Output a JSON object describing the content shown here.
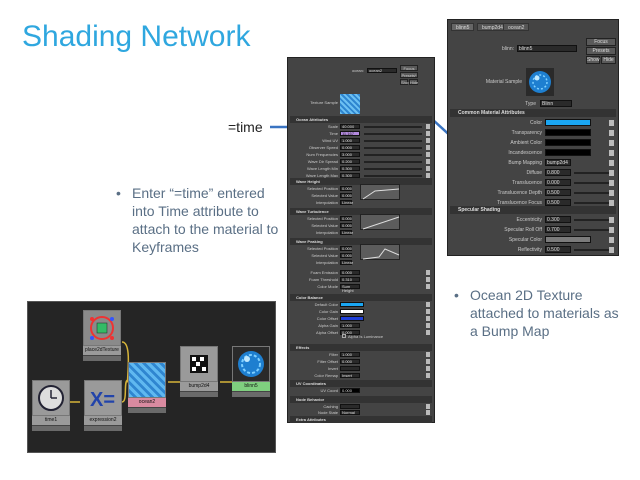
{
  "slide": {
    "title": "Shading Network",
    "time_expression": "=time",
    "bullet_left": "Enter “=time” entered into Time attribute to attach to the material to Keyframes",
    "bullet_right": "Ocean 2D Texture attached to materials as a Bump Map"
  },
  "node_editor": {
    "nodes": [
      {
        "label": "place2dTexture",
        "icon": "place2dtexture-icon"
      },
      {
        "label": "ocean2",
        "icon": "ocean-texture-icon"
      },
      {
        "label": "bump2d4",
        "icon": "bump2d-icon"
      },
      {
        "label": "blinn5",
        "icon": "shader-sphere-icon"
      },
      {
        "label": "time1",
        "icon": "clock-icon"
      },
      {
        "label": "expression2",
        "icon": "expression-icon"
      }
    ]
  },
  "ocean_editor": {
    "name_label": "ocean:",
    "name_value": "ocean2",
    "focus_label": "Focus",
    "presets_label": "Presets*",
    "show_label": "Show",
    "hide_label": "Hide",
    "texture_sample_label": "Texture Sample",
    "sections": {
      "ocean_attributes": "Ocean Attributes",
      "wave_height": "Wave Height",
      "wave_turbulence": "Wave Turbulence",
      "wave_peaking": "Wave Peaking",
      "color_balance": "Color Balance",
      "effects": "Effects",
      "uv_coordinates": "UV Coordinates",
      "node_behavior": "Node Behavior",
      "extra_attributes": "Extra Attributes"
    },
    "ocean_rows": [
      {
        "label": "Scale",
        "value": "40.000"
      },
      {
        "label": "Time",
        "value": "11.167"
      },
      {
        "label": "Wind UV",
        "value": "1.000"
      },
      {
        "label": "Observer Speed",
        "value": "0.000"
      },
      {
        "label": "Num Frequencies",
        "value": "3.000"
      },
      {
        "label": "Wave Dir Spread",
        "value": "0.200"
      },
      {
        "label": "Wave Length Min",
        "value": "0.300"
      },
      {
        "label": "Wave Length Max",
        "value": "0.300"
      }
    ],
    "curve_rows": {
      "selected_position": "Selected Position",
      "selected_value": "Selected Value",
      "interpolation": "Interpolation",
      "interpolation_value": "Linear",
      "position_value": "0.000",
      "value_value": "0.000"
    },
    "peaking_rows": [
      {
        "label": "Foam Emission",
        "value": "0.000"
      },
      {
        "label": "Foam Threshold",
        "value": "0.310"
      },
      {
        "label": "Color Mode",
        "value": "Sum Height"
      }
    ],
    "color_balance_rows": [
      {
        "label": "Default Color"
      },
      {
        "label": "Color Gain"
      },
      {
        "label": "Color Offset"
      },
      {
        "label": "Alpha Gain",
        "value": "1.000"
      },
      {
        "label": "Alpha Offset",
        "value": "0.000"
      }
    ],
    "alpha_is_luminance": "Alpha Is Luminance",
    "effects_rows": [
      {
        "label": "Filter",
        "value": "1.000"
      },
      {
        "label": "Filter Offset",
        "value": "0.000"
      },
      {
        "label": "Invert",
        "value": ""
      },
      {
        "label": "Color Remap",
        "value": "Insert"
      }
    ],
    "uv_row": {
      "label": "UV Coord",
      "value": "0.000"
    },
    "node_behavior_rows": [
      {
        "label": "Caching",
        "value": ""
      },
      {
        "label": "Node State",
        "value": "Normal"
      }
    ]
  },
  "material_editor": {
    "tabs": [
      "blinn5",
      "bump2d4",
      "ocean2"
    ],
    "name_label": "blinn:",
    "name_value": "blinn5",
    "focus_label": "Focus",
    "presets_label": "Presets",
    "show_label": "Show",
    "hide_label": "Hide",
    "sample_label": "Material Sample",
    "type_label": "Type",
    "type_value": "Blinn",
    "common_section": "Common Material Attributes",
    "specular_section": "Specular Shading",
    "common_rows": [
      {
        "label": "Color",
        "swatch": "#1aa6f2"
      },
      {
        "label": "Transparency",
        "swatch": "#000000"
      },
      {
        "label": "Ambient Color",
        "swatch": "#000000"
      },
      {
        "label": "Incandescence",
        "swatch": "#000000"
      },
      {
        "label": "Bump Mapping",
        "value": "bump2d4"
      },
      {
        "label": "Diffuse",
        "value": "0.800"
      },
      {
        "label": "Translucence",
        "value": "0.000"
      },
      {
        "label": "Translucence Depth",
        "value": "0.500"
      },
      {
        "label": "Translucence Focus",
        "value": "0.500"
      }
    ],
    "specular_rows": [
      {
        "label": "Eccentricity",
        "value": "0.300"
      },
      {
        "label": "Specular Roll Off",
        "value": "0.700"
      },
      {
        "label": "Specular Color",
        "swatch": "#7b7b7b"
      },
      {
        "label": "Reflectivity",
        "value": "0.500"
      }
    ]
  },
  "colors": {
    "title": "#2fa7df",
    "bullet_text": "#5a6f85",
    "arrow": "#3a74c2",
    "panel": "#444444",
    "node_wire": "#d6b43a",
    "ocean_blue": "#1aa6f2"
  }
}
